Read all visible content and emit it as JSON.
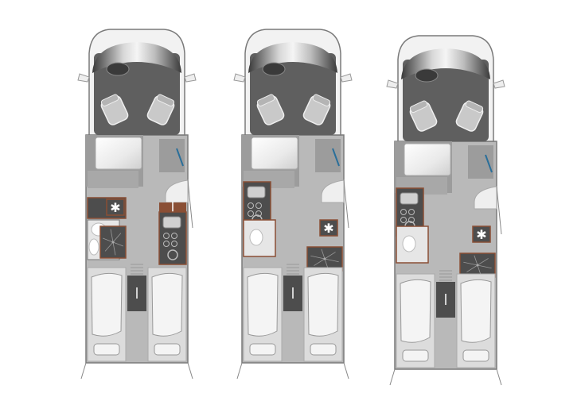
{
  "colors": {
    "background": "#ffffff",
    "body_outline": "#7a7a7a",
    "cab_floor": "#5f5f5f",
    "floor": "#b9b9b9",
    "furniture_light": "#e6e6e6",
    "furniture_mid": "#9c9c9c",
    "furniture_dark": "#4d4d4d",
    "wood_trim": "#8a4f35",
    "window_accent": "#2a6f9a",
    "bed": "#f4f4f4"
  },
  "plans": [
    {
      "bathroom_side": "left",
      "kitchen_side": "right"
    },
    {
      "bathroom_side": "right",
      "kitchen_side": "left"
    },
    {
      "bathroom_side": "right",
      "kitchen_side": "left"
    }
  ]
}
